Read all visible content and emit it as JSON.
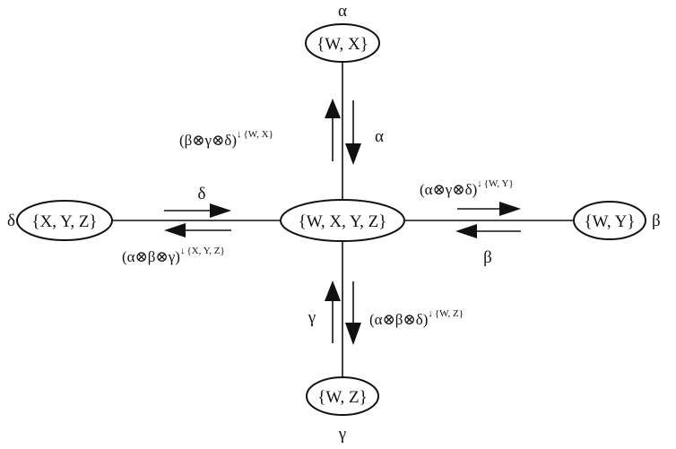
{
  "nodes": {
    "top": {
      "label": "{W, X}",
      "factor": "α"
    },
    "left": {
      "label": "{X, Y, Z}",
      "factor": "δ"
    },
    "center": {
      "label": "{W, X, Y, Z}"
    },
    "right": {
      "label": "{W, Y}",
      "factor": "β"
    },
    "bottom": {
      "label": "{W, Z}",
      "factor": "γ"
    }
  },
  "messages": {
    "top_up": {
      "expr": "(β⊗γ⊗δ)",
      "proj": "{W, X}"
    },
    "top_down": {
      "label": "α"
    },
    "left_right": {
      "label": "δ"
    },
    "left_left": {
      "expr": "(α⊗β⊗γ)",
      "proj": "{X, Y, Z}"
    },
    "right_right": {
      "expr": "(α⊗γ⊗δ)",
      "proj": "{W, Y}"
    },
    "right_left": {
      "label": "β"
    },
    "bottom_up": {
      "label": "γ"
    },
    "bottom_down": {
      "expr": "(α⊗β⊗δ)",
      "proj": "{W, Z}"
    }
  },
  "symbols": {
    "down_arrow": "↓"
  }
}
